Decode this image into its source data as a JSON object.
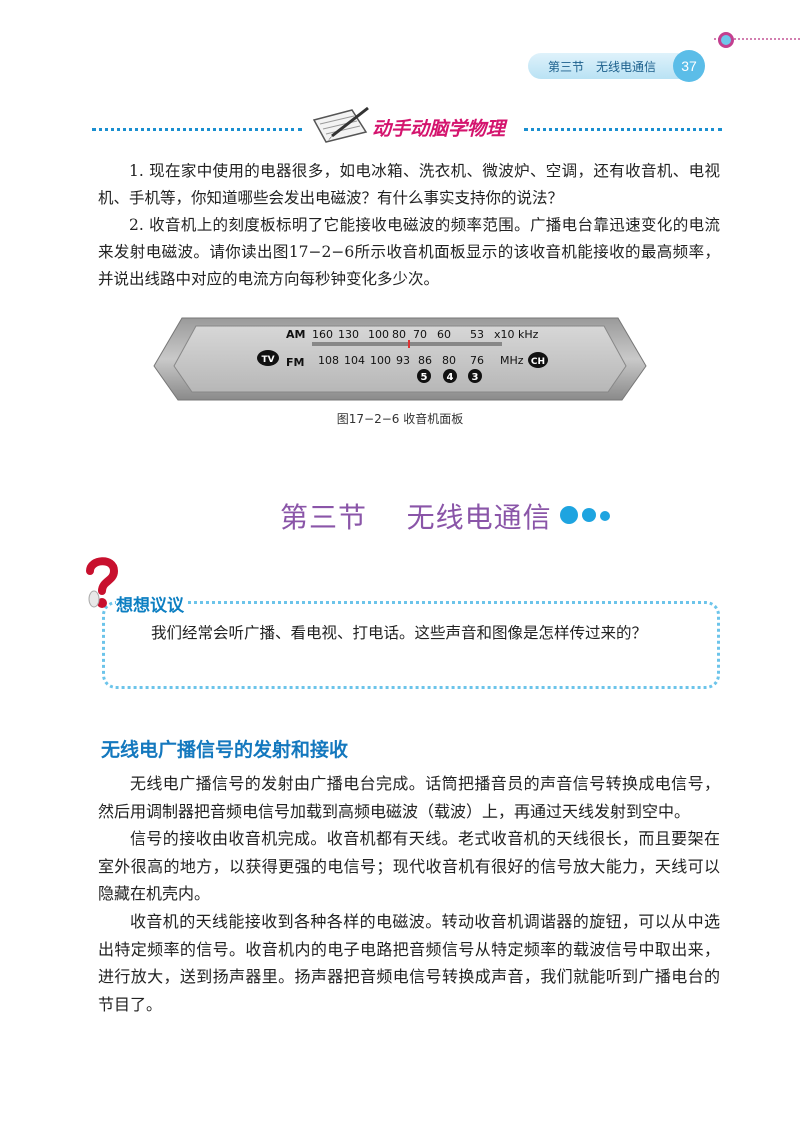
{
  "header": {
    "section_label": "第三节",
    "section_name": "无线电通信",
    "page_number": "37"
  },
  "activity": {
    "title": "动手动脑学物理",
    "paragraphs": [
      "1. 现在家中使用的电器很多，如电冰箱、洗衣机、微波炉、空调，还有收音机、电视机、手机等，你知道哪些会发出电磁波？有什么事实支持你的说法？",
      "2. 收音机上的刻度板标明了它能接收电磁波的频率范围。广播电台靠迅速变化的电流来发射电磁波。请你读出图17−2−6所示收音机面板显示的该收音机能接收的最高频率，并说出线路中对应的电流方向每秒钟变化多少次。"
    ]
  },
  "radio": {
    "am_label": "AM",
    "am_scale": [
      "160",
      "130",
      "100",
      "80",
      "70",
      "60",
      "53"
    ],
    "am_unit": "x10 kHz",
    "tv_badge": "TV",
    "fm_label": "FM",
    "fm_scale": [
      "108",
      "104",
      "100",
      "93",
      "86",
      "80",
      "76"
    ],
    "fm_unit": "MHz",
    "ch_badge": "CH",
    "channel_numbers": [
      "5",
      "4",
      "3"
    ]
  },
  "figure_caption": "图17−2−6   收音机面板",
  "section_title": "第三节    无线电通信",
  "think": {
    "title": "想想议议",
    "body": "我们经常会听广播、看电视、打电话。这些声音和图像是怎样传过来的？"
  },
  "subsection_title": "无线电广播信号的发射和接收",
  "main_paragraphs": [
    "无线电广播信号的发射由广播电台完成。话筒把播音员的声音信号转换成电信号，然后用调制器把音频电信号加载到高频电磁波（载波）上，再通过天线发射到空中。",
    "信号的接收由收音机完成。收音机都有天线。老式收音机的天线很长，而且要架在室外很高的地方，以获得更强的电信号；现代收音机有很好的信号放大能力，天线可以隐藏在机壳内。",
    "收音机的天线能接收到各种各样的电磁波。转动收音机调谐器的旋钮，可以从中选出特定频率的信号。收音机内的电子电路把音频信号从特定频率的载波信号中取出来，进行放大，送到扬声器里。扬声器把音频电信号转换成声音，我们就能听到广播电台的节目了。"
  ],
  "colors": {
    "accent_blue": "#1478be",
    "accent_magenta": "#d4146e",
    "title_purple": "#8a55a8"
  }
}
